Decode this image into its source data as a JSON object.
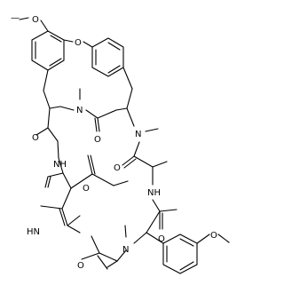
{
  "molecule": {
    "atom_labels": {
      "o_methoxy_top": "O",
      "o_ether": "O",
      "n1": "N",
      "n2": "N",
      "o_c1": "O",
      "o_c2": "O",
      "o_c3": "O",
      "nh1": "NH",
      "hn2": "HN",
      "nh3": "NH",
      "o_c4": "O",
      "o_c5": "O",
      "o_c6": "O",
      "n3": "N",
      "o_methoxy_right": "O"
    }
  }
}
